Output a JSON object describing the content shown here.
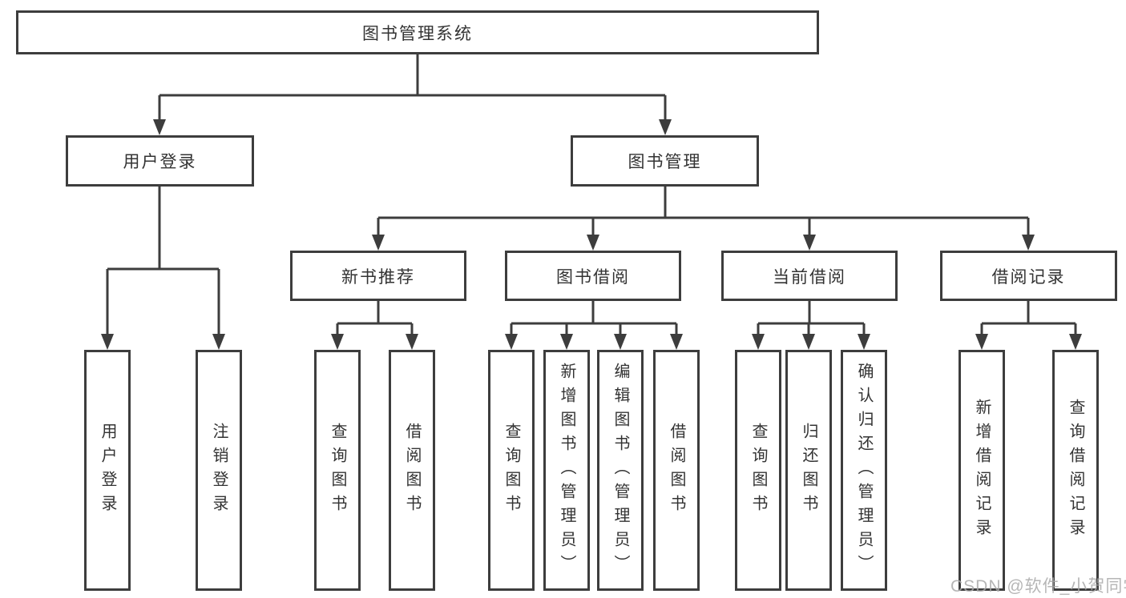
{
  "diagram": {
    "root": {
      "label": "图书管理系统"
    },
    "level2": [
      {
        "label": "用户登录"
      },
      {
        "label": "图书管理"
      }
    ],
    "level3": [
      {
        "label": "新书推荐",
        "parent": "图书管理"
      },
      {
        "label": "图书借阅",
        "parent": "图书管理"
      },
      {
        "label": "当前借阅",
        "parent": "图书管理"
      },
      {
        "label": "借阅记录",
        "parent": "图书管理"
      }
    ],
    "leaves": [
      {
        "label": "用户登录",
        "parent": "用户登录"
      },
      {
        "label": "注销登录",
        "parent": "用户登录"
      },
      {
        "label": "查询图书",
        "parent": "新书推荐"
      },
      {
        "label": "借阅图书",
        "parent": "新书推荐"
      },
      {
        "label": "查询图书",
        "parent": "图书借阅"
      },
      {
        "label": "新增图书（管理员）",
        "parent": "图书借阅"
      },
      {
        "label": "编辑图书（管理员）",
        "parent": "图书借阅"
      },
      {
        "label": "借阅图书",
        "parent": "图书借阅"
      },
      {
        "label": "查询图书",
        "parent": "当前借阅"
      },
      {
        "label": "归还图书",
        "parent": "当前借阅"
      },
      {
        "label": "确认归还（管理员）",
        "parent": "当前借阅"
      },
      {
        "label": "新增借阅记录",
        "parent": "借阅记录"
      },
      {
        "label": "查询借阅记录",
        "parent": "借阅记录"
      }
    ]
  },
  "watermark": "CSDN @软件_小贺同学",
  "colors": {
    "line": "#3d3d3d",
    "text": "#333333",
    "background": "#ffffff",
    "watermark": "#aaaaaa"
  }
}
